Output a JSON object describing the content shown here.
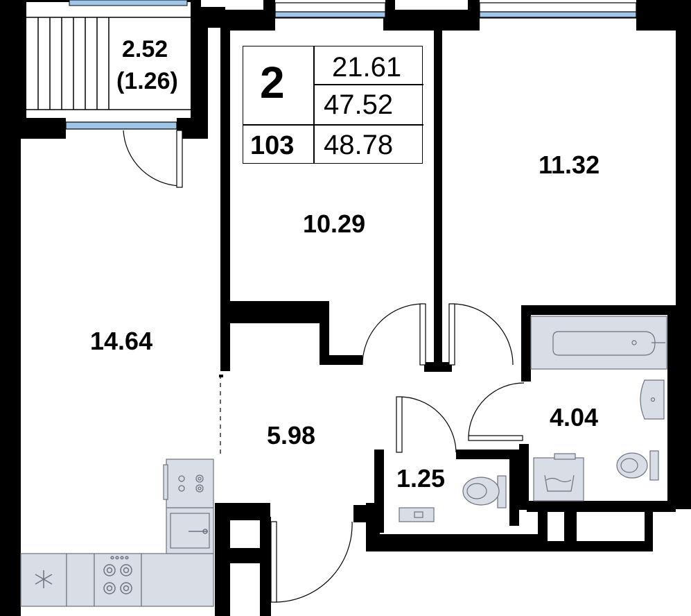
{
  "apartment": {
    "rooms": "2",
    "number": "103",
    "living_area": "21.61",
    "total_area": "47.52",
    "area_with_balcony": "48.78"
  },
  "rooms": {
    "balcony": {
      "area": "2.52",
      "reduced_area": "(1.26)"
    },
    "bedroom_1": {
      "area": "10.29"
    },
    "bedroom_2": {
      "area": "11.32"
    },
    "kitchen_living": {
      "area": "14.64"
    },
    "hallway": {
      "area": "5.98"
    },
    "toilet": {
      "area": "1.25"
    },
    "bathroom": {
      "area": "4.04"
    }
  },
  "colors": {
    "wall": "#000000",
    "fixture_fill": "#d9dee6",
    "fixture_stroke": "#6a7280",
    "window": "#9fc5e8"
  },
  "icons": [
    "snowflake-icon",
    "stove-burner-icon",
    "sink-icon",
    "bathtub-icon",
    "toilet-icon",
    "washing-machine-icon",
    "washbasin-icon"
  ]
}
